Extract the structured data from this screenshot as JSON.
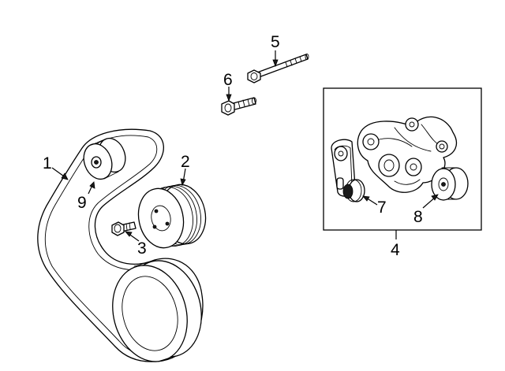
{
  "callouts": [
    {
      "id": "1",
      "label": "1",
      "part": "serpentine-belt"
    },
    {
      "id": "2",
      "label": "2",
      "part": "crankshaft-pulley"
    },
    {
      "id": "3",
      "label": "3",
      "part": "pulley-bolt"
    },
    {
      "id": "4",
      "label": "4",
      "part": "tensioner-assembly"
    },
    {
      "id": "5",
      "label": "5",
      "part": "long-bolt"
    },
    {
      "id": "6",
      "label": "6",
      "part": "short-bolt"
    },
    {
      "id": "7",
      "label": "7",
      "part": "tensioner-arm"
    },
    {
      "id": "8",
      "label": "8",
      "part": "tensioner-pulley"
    },
    {
      "id": "9",
      "label": "9",
      "part": "idler-pulley"
    }
  ],
  "colors": {
    "line": "#000000",
    "background": "#ffffff"
  }
}
